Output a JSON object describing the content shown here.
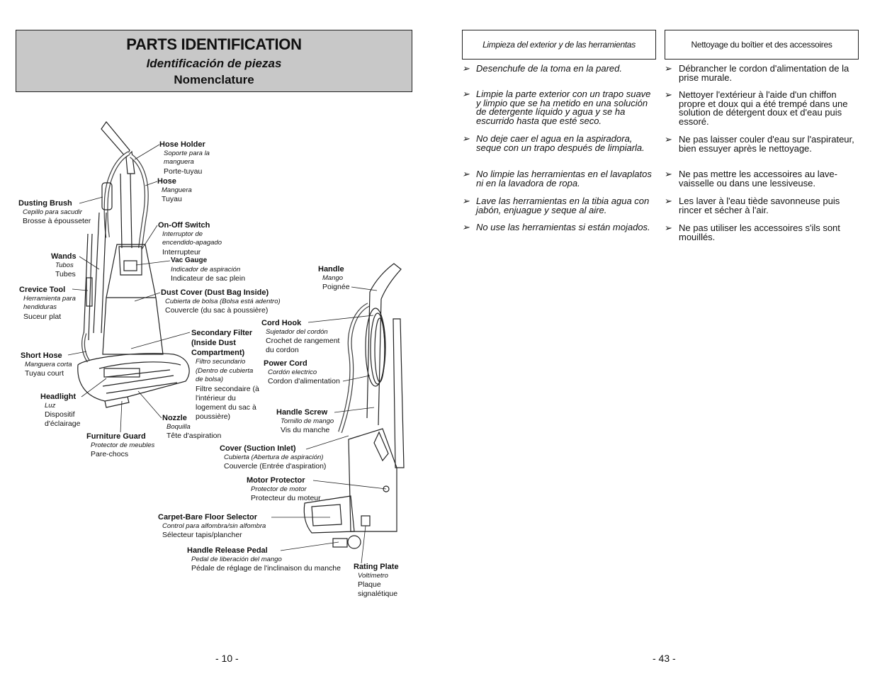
{
  "title": {
    "en": "PARTS IDENTIFICATION",
    "es": "Identificación de piezas",
    "fr": "Nomenclature"
  },
  "parts": {
    "hose_holder": {
      "en": "Hose Holder",
      "es": "Soporte para la manguera",
      "fr": "Porte-tuyau"
    },
    "hose": {
      "en": "Hose",
      "es": "Manguera",
      "fr": "Tuyau"
    },
    "dusting_brush": {
      "en": "Dusting Brush",
      "es": "Cepillo para sacudir",
      "fr": "Brosse à épousseter"
    },
    "on_off_switch": {
      "en": "On-Off Switch",
      "es": "Interruptor de encendido-apagado",
      "fr": "Interrupteur"
    },
    "vac_gauge": {
      "en": "Vac Gauge",
      "es": "Indicador de aspiración",
      "fr": "Indicateur de sac plein"
    },
    "wands": {
      "en": "Wands",
      "es": "Tubos",
      "fr": "Tubes"
    },
    "crevice_tool": {
      "en": "Crevice Tool",
      "es": "Herramienta para hendiduras",
      "fr": "Suceur plat"
    },
    "dust_cover": {
      "en": "Dust Cover (Dust Bag Inside)",
      "es": "Cubierta de bolsa (Bolsa está adentro)",
      "fr": "Couvercle (du sac à poussière)"
    },
    "handle": {
      "en": "Handle",
      "es": "Mango",
      "fr": "Poignée"
    },
    "secondary_filter": {
      "en": "Secondary Filter (Inside Dust Compartment)",
      "es": "Filtro secundario (Dentro de cubierta de bolsa)",
      "fr": "Filtre secondaire (à l'intérieur du logement du sac à poussière)"
    },
    "cord_hook": {
      "en": "Cord Hook",
      "es": "Sujetador del cordón",
      "fr": "Crochet de rangement du cordon"
    },
    "short_hose": {
      "en": "Short Hose",
      "es": "Manguera corta",
      "fr": "Tuyau court"
    },
    "power_cord": {
      "en": "Power Cord",
      "es": "Cordón electrico",
      "fr": "Cordon d'alimentation"
    },
    "headlight": {
      "en": "Headlight",
      "es": "Luz",
      "fr": "Dispositif d'éclairage"
    },
    "handle_screw": {
      "en": "Handle Screw",
      "es": "Tornillo de mango",
      "fr": "Vis du manche"
    },
    "nozzle": {
      "en": "Nozzle",
      "es": "Boquilla",
      "fr": "Tête d'aspiration"
    },
    "furniture_guard": {
      "en": "Furniture Guard",
      "es": "Protector de meubles",
      "fr": "Pare-chocs"
    },
    "cover_suction": {
      "en": "Cover (Suction Inlet)",
      "es": "Cubierta (Abertura de aspiración)",
      "fr": "Couvercle (Entrée d'aspiration)"
    },
    "motor_protector": {
      "en": "Motor Protector",
      "es": "Protector de motor",
      "fr": "Protecteur du moteur"
    },
    "carpet_selector": {
      "en": "Carpet-Bare Floor Selector",
      "es": "Control para alfombra/sin alfombra",
      "fr": "Sélecteur tapis/plancher"
    },
    "handle_release": {
      "en": "Handle Release Pedal",
      "es": "Pedal de liberación del mango",
      "fr": "Pédale de réglage de l'inclinaison du manche"
    },
    "rating_plate": {
      "en": "Rating Plate",
      "es": "Voltímetro",
      "fr": "Plaque signalétique"
    }
  },
  "spanish": {
    "header": "Limpieza del exterior y de las herramientas",
    "bullets": [
      "Desenchufe de la toma en la pared.",
      "Limpie la parte exterior con un trapo suave y limpio que se ha metido en una solución de detergente líquido y agua y se ha escurrido hasta que esté seco.",
      "No deje caer el agua en la aspiradora, seque con un trapo después de limpiarla.",
      "No limpie las herramientas en el lavaplatos ni en la lavadora de ropa.",
      "Lave las herramientas en la tibia agua con jabón, enjuague y seque al aire.",
      "No use las herramientas si están mojados."
    ]
  },
  "french": {
    "header": "Nettoyage du boîtier et des accessoires",
    "bullets": [
      "Débrancher le cordon d'alimentation de la prise murale.",
      "Nettoyer l'extérieur à l'aide d'un chiffon propre et doux qui a été trempé dans une solution de détergent doux et d'eau puis essoré.",
      "Ne pas laisser couler d'eau sur l'aspirateur, bien essuyer après le nettoyage.",
      "Ne pas mettre les accessoires au lave-vaisselle ou dans une lessiveuse.",
      "Les laver à l'eau tiède savonneuse puis rincer et sécher à l'air.",
      "Ne pas utiliser les accessoires s'ils sont mouillés."
    ]
  },
  "bullet_symbol": "➢",
  "page_left": "- 10 -",
  "page_right": "- 43 -"
}
